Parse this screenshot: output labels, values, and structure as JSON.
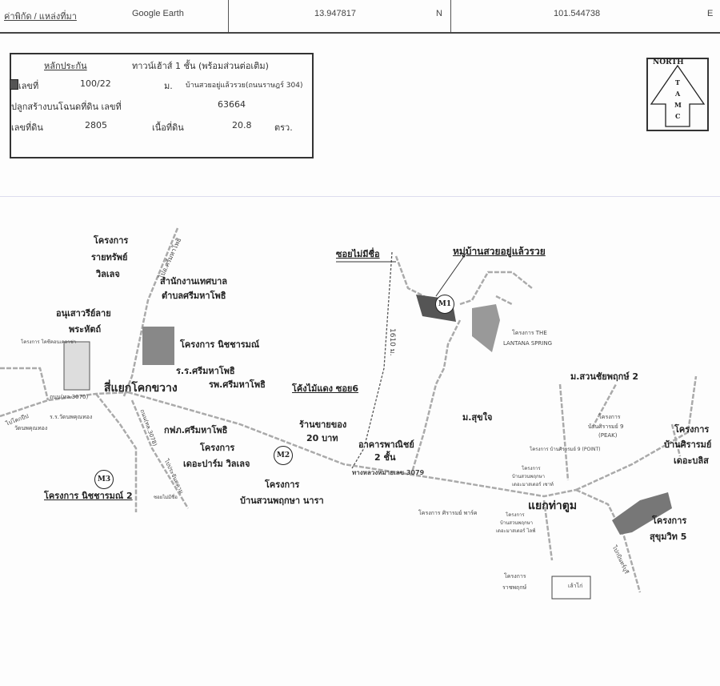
{
  "header": {
    "coord_label": "ค่าพิกัด / แหล่งที่มา",
    "source": "Google Earth",
    "latitude": "13.947817",
    "lat_dir": "N",
    "longitude": "101.544738",
    "lon_dir": "E"
  },
  "property": {
    "collateral_label": "หลักประกัน",
    "collateral_value": "ทาวน์เฮ้าส์ 1 ชั้น (พร้อมส่วนต่อเติม)",
    "no_label": "เลขที่",
    "no_value": "100/22",
    "village_label": "ม.",
    "village_value": "บ้านสวยอยู่แล้วรวย(ถนนราษฎร์ 304)",
    "deed_label": "ปลูกสร้างบนโฉนดที่ดิน เลขที่",
    "deed_value": "63664",
    "land_no_label": "เลขที่ดิน",
    "land_no_value": "2805",
    "area_label": "เนื้อที่ดิน",
    "area_value": "20.8",
    "area_unit": "ตรว."
  },
  "north": {
    "title": "NORTH",
    "letters": [
      "T",
      "A",
      "M",
      "C"
    ]
  },
  "map": {
    "markers": [
      "M1",
      "M2",
      "M3"
    ],
    "labels": {
      "raisup1": "โครงการ",
      "raisup2": "รายทรัพย์",
      "raisup3": "วิลเลจ",
      "to_srimahaphot": "ไปอ.ศรีมหาโพธิ",
      "office1": "สำนักงานเทศบาล",
      "office2": "ตำบลศรีมหาโพธิ",
      "monument1": "อนุเสาวรีย์ลาย",
      "monument2": "พระหัตถ์",
      "cozy": "โครงการ โคซีคอนเคลาช่า",
      "nitcharom": "โครงการ นิชชารมณ์",
      "school": "ร.ร.ศรีมหาโพธิ",
      "hospital": "รพ.ศรีมหาโพธิ",
      "junction": "สี่แยกโคกขวาง",
      "road3070": "ถนน(ทล.3070)",
      "to_kokpip": "ไปโคกปีป",
      "school2": "ร.ร.วัดนพคุณทอง",
      "temple": "วัดนพคุณทอง",
      "road3078": "ถนน(ทล.3078)",
      "pea": "กฟภ.ศรีมหาโพธิ",
      "palm1": "โครงการ",
      "palm2": "เดอะปาร์ม วิลเลจ",
      "to_prachantakham": "ไปประจันตคาม",
      "nitcharom2": "โครงการ นิชชารมณ์ 2",
      "unnamed_small": "ซอยไม่มีชื่อ",
      "shop1": "ร้านขายของ",
      "shop2": "20 บาท",
      "suan1": "โครงการ",
      "suan2": "บ้านสวนพฤกษา นารา",
      "unnamed": "ซอยไม่มีชื่อ",
      "subject": "หมู่บ้านสวยอยู่แล้วรวย",
      "lantana1": "โครงการ THE",
      "lantana2": "LANTANA SPRING",
      "dist": "1610 ม.",
      "khong": "โค้งไม้แดง ซอย6",
      "suanchai": "ม.สวนชัยพฤกษ์ 2",
      "sukjai": "ม.สุขใจ",
      "commercial1": "อาคารพาณิชย์",
      "commercial2": "2 ชั้น",
      "highway": "ทางหลวงหมายเลข 3079",
      "peak1": "โครงการ",
      "peak2": "บ้านศิรารมย์ 9",
      "peak3": "(PEAK)",
      "point": "โครงการ บ้านศิรารมย์ 9 (POINT)",
      "south1": "โครงการ",
      "south2": "บ้านสวนพฤกษา",
      "south3": "เดอะมาสเตอร์ เซาท์",
      "bliss1": "โครงการ",
      "bliss2": "บ้านศิรารมย์",
      "bliss3": "เดอะบลิส",
      "park": "โครงการ ศิรารมย์ พาร์ค",
      "thatum": "แยกท่าตูม",
      "life1": "โครงการ",
      "life2": "บ้านสวนพฤกษา",
      "life3": "เดอะมาสเตอร์ ไลฟ์",
      "sukhumvit1": "โครงการ",
      "sukhumvit2": "สุขุมวิท 5",
      "to_kabin": "ไปกบินทร์บุรี",
      "ratch1": "โครงการ",
      "ratch2": "ราชพฤกษ์",
      "chicken": "เล้าไก่"
    }
  }
}
